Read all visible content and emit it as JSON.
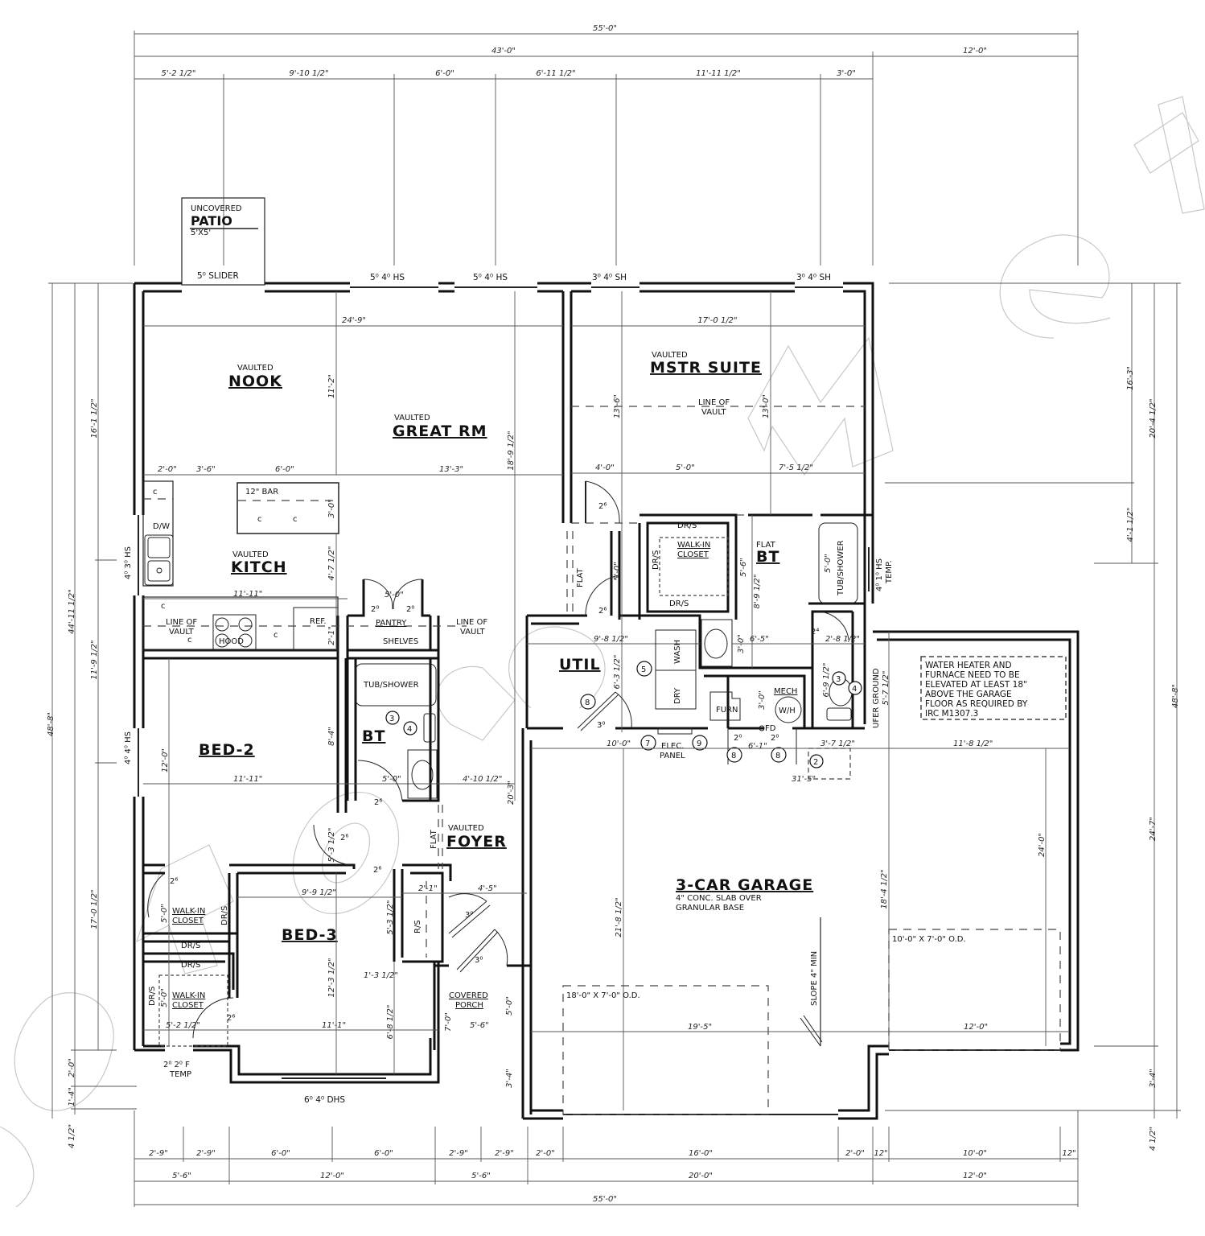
{
  "plan": {
    "overall_width": "55'-0\"",
    "overall_depth": "48'-8\"",
    "watermark": "attlenest"
  },
  "top_dimensions": {
    "overall": "55'-0\"",
    "house": "43'-0\"",
    "garage": "12'-0\"",
    "segments": [
      "5'-2 1/2\"",
      "9'-10 1/2\"",
      "6'-0\"",
      "6'-11 1/2\"",
      "11'-11 1/2\"",
      "3'-0\""
    ]
  },
  "bottom_dimensions": {
    "segments": [
      "2'-9\"",
      "2'-9\"",
      "6'-0\"",
      "6'-0\"",
      "2'-9\"",
      "2'-9\"",
      "2'-0\"",
      "16'-0\"",
      "2'-0\"",
      "12\"",
      "10'-0\"",
      "12\""
    ],
    "groups": [
      "5'-6\"",
      "12'-0\"",
      "5'-6\"",
      "20'-0\"",
      "12'-0\""
    ],
    "overall": "55'-0\""
  },
  "left_dimensions": {
    "overall": "48'-8\"",
    "house": "44'-11 1/2\"",
    "segments": [
      "16'-1 1/2\"",
      "11'-9 1/2\"",
      "17'-0 1/2\"",
      "2'-0\"",
      "1'-4\"",
      "4 1/2\""
    ]
  },
  "right_dimensions": {
    "overall": "48'-8\"",
    "upper": "20'-4 1/2\"",
    "segments": [
      "16'-3\"",
      "4'-1 1/2\"",
      "24'-7\"",
      "3'-4\"",
      "4 1/2\""
    ]
  },
  "windows": {
    "slider": "5⁰ SLIDER",
    "great_rm_1": "5⁰ 4⁰ HS",
    "great_rm_2": "5⁰ 4⁰ HS",
    "mstr_1": "3⁰ 4⁰ SH",
    "mstr_2": "3⁰ 4⁰ SH",
    "kitchen": "4⁰ 3⁰ HS",
    "bed2": "4⁰ 4⁰ HS",
    "bath": "4⁰ 1⁰ HS",
    "bath_temp": "TEMP.",
    "closet": "2⁰ 2⁰ F",
    "closet_temp": "TEMP",
    "bed3": "6⁰ 4⁰ DHS"
  },
  "rooms": {
    "patio": {
      "pre": "UNCOVERED",
      "name": "PATIO",
      "size": "5'X5'"
    },
    "nook": {
      "pre": "VAULTED",
      "name": "NOOK"
    },
    "great_rm": {
      "pre": "VAULTED",
      "name": "GREAT RM",
      "width": "24'-9\"",
      "depth": "11'-2\"",
      "depth2": "18'-9 1/2\""
    },
    "mstr_suite": {
      "pre": "VAULTED",
      "name": "MSTR SUITE",
      "width": "17'-0 1/2\"",
      "vault": [
        "LINE OF",
        "VAULT"
      ],
      "d1": "13'-6\"",
      "d2": "13'-0\""
    },
    "kitch": {
      "pre": "VAULTED",
      "name": "KITCH",
      "bar": "12\" BAR",
      "dw": "D/W",
      "ref": "REF.",
      "hood": "HOOD",
      "width": "11'-11\"",
      "d1": "4'-7 1/2\"",
      "d2": "3'-0\"",
      "d3": "2'-1\"",
      "vault": [
        "LINE OF",
        "VAULT"
      ]
    },
    "pantry": {
      "name": "PANTRY",
      "shelves": "SHELVES",
      "width": "5'-0\"",
      "doors": [
        "2⁰",
        "2⁰"
      ]
    },
    "hall_vault": [
      "LINE OF",
      "VAULT"
    ],
    "bed2": {
      "name": "BED-2",
      "width": "11'-11\"",
      "depth": "12'-0\"",
      "d2": "8'-4\""
    },
    "bt_hall": {
      "name": "BT",
      "tub": "TUB/SHOWER",
      "width": "5'-0\"",
      "circles": [
        "3",
        "4"
      ]
    },
    "foyer": {
      "pre": "VAULTED",
      "name": "FOYER",
      "flat": "FLAT",
      "width": "4'-10 1/2\"",
      "depth": "20'-3\""
    },
    "bed3": {
      "name": "BED-3",
      "width": "9'-9 1/2\"",
      "width2": "11'-1\"",
      "depth": "12'-3 1/2\"",
      "d2": "6'-8 1/2\"",
      "d3": "5'-3 1/2\"",
      "d4": "1'-3 1/2\""
    },
    "wic1": {
      "name": [
        "WALK-IN",
        "CLOSET"
      ],
      "drs": [
        "DR/S",
        "DR/S"
      ],
      "depth": "5'-0\""
    },
    "wic2": {
      "name": [
        "WALK-IN",
        "CLOSET"
      ],
      "drs": [
        "DR/S",
        "DR/S"
      ],
      "depth": "5'-0\"",
      "width": "5'-2 1/2\""
    },
    "entry": {
      "rs": "R/S",
      "width": "2'-1\"",
      "width2": "4'-5\"",
      "door1": "3⁰",
      "door2": "3⁰"
    },
    "porch": {
      "name": [
        "COVERED",
        "PORCH"
      ],
      "width": "5'-6\"",
      "d1": "7'-0\"",
      "d2": "5'-0\"",
      "d3": "3'-4\""
    },
    "util": {
      "name": "UTIL",
      "wash": "WASH",
      "dry": "DRY",
      "width": "9'-8 1/2\"",
      "depth": "6'-3 1/2\"",
      "door": "3⁰",
      "circles": [
        "5",
        "8"
      ]
    },
    "mech": {
      "name": "MECH",
      "furn": "FURN",
      "wh": "W/H",
      "fd": "FD",
      "depth": "3'-0\"",
      "doors": [
        "2⁰",
        "2⁰"
      ],
      "width": "6'-1\"",
      "circles": [
        "8",
        "8"
      ]
    },
    "elec": {
      "name": [
        "ELEC.",
        "PANEL"
      ],
      "width": "10'-0\"",
      "circles": [
        "7",
        "9"
      ]
    },
    "mstr_wic": {
      "name": [
        "WALK-IN",
        "CLOSET"
      ],
      "drs": [
        "DR/S",
        "DR/S",
        "DR/S"
      ],
      "depth": "5'-6\"",
      "depth2": "5'-0\""
    },
    "mstr_bt": {
      "pre": "FLAT",
      "name": "BT",
      "tub": "TUB/SHOWER",
      "tub_len": "5'-0\"",
      "d1": "8'-9 1/2\"",
      "d2": "3'-0\"",
      "width": "6'-5\"",
      "door": "2⁴",
      "w2": "2'-8 1/2\"",
      "d3": "6'-9 1/2\"",
      "circles": [
        "3",
        "4"
      ]
    },
    "hall_flat": "FLAT",
    "doors_2_6": "2⁶",
    "mstr_dims": [
      "4'-0\"",
      "5'-0\"",
      "7'-5 1/2\""
    ],
    "kitch_dims": [
      "2'-0\"",
      "3'-6\"",
      "6'-0\"",
      "13'-3\""
    ],
    "ufer": {
      "label": "UFER GROUND",
      "dim": "5'-7 1/2\""
    },
    "garage": {
      "name": "3-CAR GARAGE",
      "slab": [
        "4\" CONC. SLAB OVER",
        "GRANULAR BASE"
      ],
      "slope": "SLOPE 4\" MIN",
      "door1": "18'-0\" X 7'-0\" O.D.",
      "door2": "10'-0\" X 7'-0\" O.D.",
      "w1": "19'-5\"",
      "w2": "12'-0\"",
      "w3": "11'-8 1/2\"",
      "w4": "3'-7 1/2\"",
      "w5": "31'-5\"",
      "d1": "21'-8 1/2\"",
      "d2": "18'-4 1/2\"",
      "d3": "24'-0\"",
      "circle": "2"
    }
  },
  "note": {
    "lines": [
      "WATER HEATER AND",
      "FURNACE NEED TO BE",
      "ELEVATED AT LEAST 18\"",
      "ABOVE THE GARAGE",
      "FLOOR AS REQUIRED BY",
      "IRC M1307.3"
    ]
  }
}
